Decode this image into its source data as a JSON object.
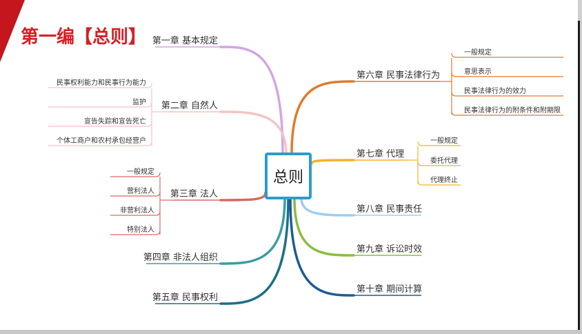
{
  "title": "第一编【总则】",
  "colors": {
    "title_red": "#d61f26",
    "corner_red": "#c4161c",
    "center_border": "#2e9ccb"
  },
  "center": {
    "label": "总则"
  },
  "branches": [
    {
      "id": "ch1",
      "label": "第一章 基本规定",
      "color": "#d2a6e4",
      "children": []
    },
    {
      "id": "ch2",
      "label": "第二章 自然人",
      "color": "#f4c4c4",
      "children": [
        "民事权利能力和民事行为能力",
        "监护",
        "宣告失踪和宣告死亡",
        "个体工商户和农村承包经营户"
      ]
    },
    {
      "id": "ch3",
      "label": "第三章 法人",
      "color": "#d76a60",
      "children": [
        "一般规定",
        "营利法人",
        "非营利法人",
        "特别法人"
      ]
    },
    {
      "id": "ch4",
      "label": "第四章 非法人组织",
      "color": "#3a9da2",
      "children": []
    },
    {
      "id": "ch5",
      "label": "第五章 民事权利",
      "color": "#1f6f88",
      "children": []
    },
    {
      "id": "ch6",
      "label": "第六章 民事法律行为",
      "color": "#e07b2c",
      "children": [
        "一般规定",
        "意思表示",
        "民事法律行为的效力",
        "民事法律行为的附条件和附期限"
      ]
    },
    {
      "id": "ch7",
      "label": "第七章 代理",
      "color": "#f0b427",
      "children": [
        "一般规定",
        "委托代理",
        "代理终止"
      ]
    },
    {
      "id": "ch8",
      "label": "第八章 民事责任",
      "color": "#9fcdf2",
      "children": []
    },
    {
      "id": "ch9",
      "label": "第九章 诉讼时效",
      "color": "#8bbd3f",
      "children": []
    },
    {
      "id": "ch10",
      "label": "第十章 期间计算",
      "color": "#1e5a96",
      "children": []
    }
  ]
}
